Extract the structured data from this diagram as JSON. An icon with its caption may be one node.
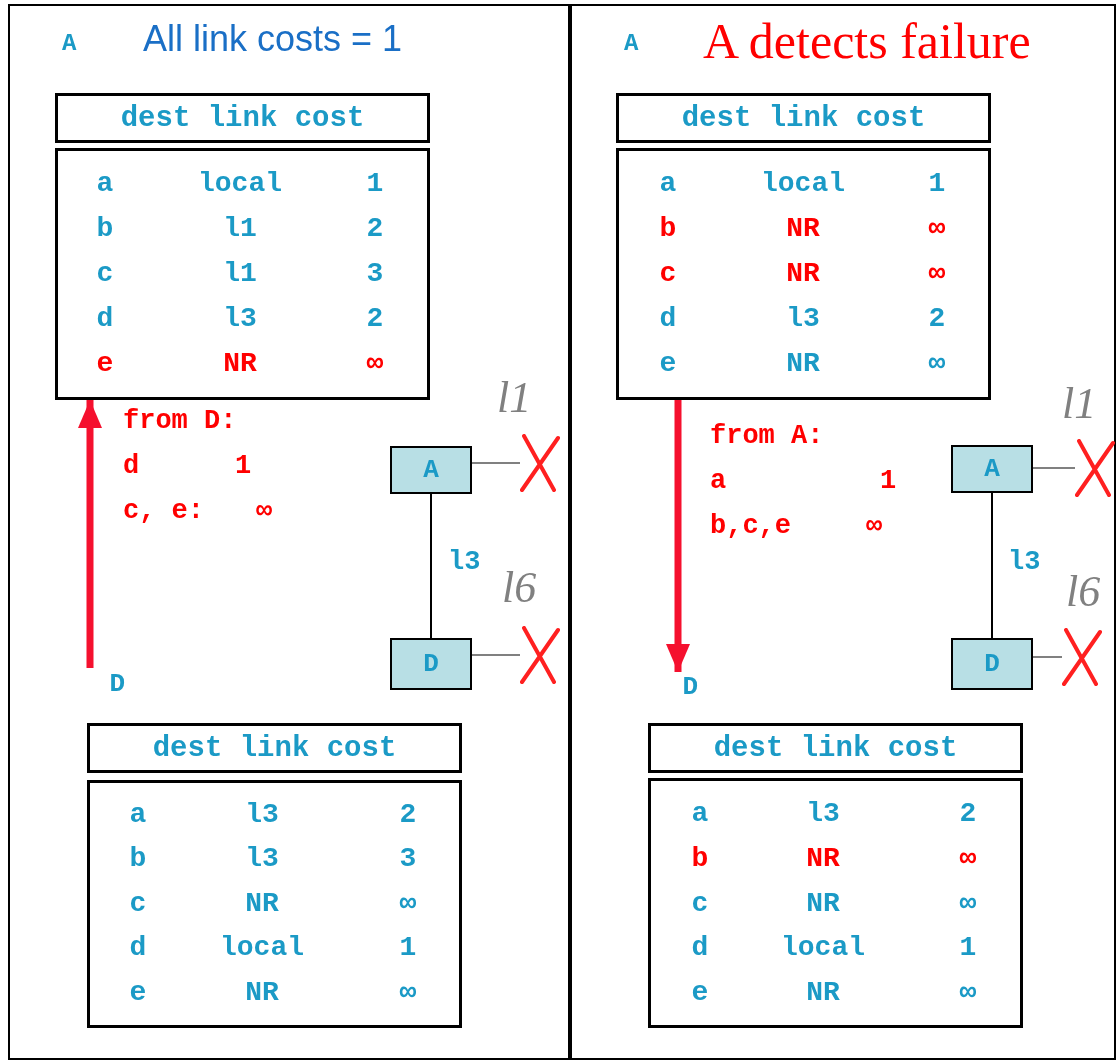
{
  "diagram": {
    "nodes": [
      {
        "text": [
          "A",
          "All link costs = 1"
        ]
      },
      {
        "text": [
          "dest link cost"
        ],
        "in": 0
      },
      {
        "text": [
          "a",
          "local",
          "1",
          "b",
          "l1",
          "2",
          "c",
          "l1",
          "3",
          "d",
          "l3",
          "2",
          "e",
          "NR",
          "∞"
        ],
        "in": 0
      },
      {
        "text": [
          "D"
        ],
        "in": 0
      },
      {
        "text": [
          "A"
        ],
        "in": 0
      },
      {
        "text": [
          "D"
        ],
        "in": 0
      },
      {
        "text": [
          "dest link cost"
        ],
        "in": 0
      },
      {
        "text": [
          "a",
          "l3",
          "2",
          "b",
          "l3",
          "3",
          "c",
          "NR",
          "∞",
          "d",
          "local",
          "1",
          "e",
          "NR",
          "∞"
        ],
        "in": 0
      },
      {
        "text": [
          "A",
          "A detects failure"
        ]
      },
      {
        "text": [
          "dest link cost"
        ],
        "in": 8
      },
      {
        "text": [
          "a",
          "local",
          "1",
          "b",
          "NR",
          "∞",
          "c",
          "NR",
          "∞",
          "d",
          "l3",
          "2",
          "e",
          "NR",
          "∞"
        ],
        "in": 8
      },
      {
        "text": [
          "D"
        ],
        "in": 8
      },
      {
        "text": [
          "A"
        ],
        "in": 8
      },
      {
        "text": [
          "D"
        ],
        "in": 8
      },
      {
        "text": [
          "dest link cost"
        ],
        "in": 8
      },
      {
        "text": [
          "a",
          "l3",
          "2",
          "b",
          "NR",
          "∞",
          "c",
          "NR",
          "∞",
          "d",
          "local",
          "1",
          "e",
          "NR",
          "∞"
        ],
        "in": 8
      },
      {
        "text": [],
        "shape": "cross",
        "in": 0
      },
      {
        "text": [],
        "shape": "cross",
        "in": 0
      },
      {
        "text": [],
        "shape": "cross",
        "in": 8
      },
      {
        "text": [],
        "shape": "cross",
        "in": 8
      }
    ],
    "edges": [
      {
        "from": 3,
        "to": 2,
        "arrow": "to",
        "style": "thick",
        "color": "#f5102e"
      },
      {
        "from": 4,
        "to": 5,
        "arrow": "none",
        "label": "l3",
        "color": "#000000"
      },
      {
        "from": 4,
        "to": 16,
        "arrow": "none",
        "label": "l1"
      },
      {
        "from": 5,
        "to": 17,
        "arrow": "none",
        "label": "l6"
      },
      {
        "from": 10,
        "to": 11,
        "arrow": "to",
        "style": "thick",
        "color": "#f5102e"
      },
      {
        "from": 12,
        "to": 13,
        "arrow": "none",
        "label": "l3",
        "color": "#000000"
      },
      {
        "from": 12,
        "to": 18,
        "arrow": "none",
        "label": "l1"
      },
      {
        "from": 13,
        "to": 19,
        "arrow": "none",
        "label": "l6"
      }
    ],
    "labels": [
      "from D:",
      "d",
      "1",
      "c, e:",
      "∞",
      "from A:",
      "a",
      "1",
      "b,c,e",
      "∞"
    ]
  }
}
